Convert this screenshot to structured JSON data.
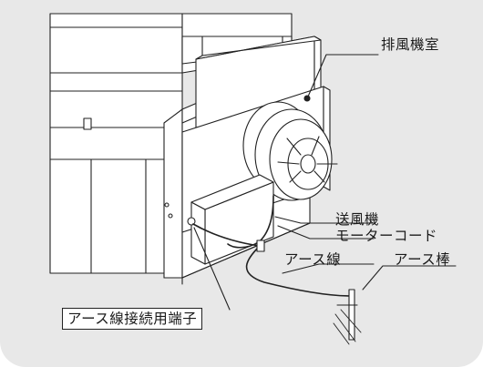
{
  "labels": {
    "exhaust_chamber": "排風機室",
    "blower": "送風機",
    "motor_cord": "モーターコード",
    "earth_wire": "アース線",
    "earth_rod": "アース棒",
    "earth_terminal": "アース線接続用端子"
  }
}
